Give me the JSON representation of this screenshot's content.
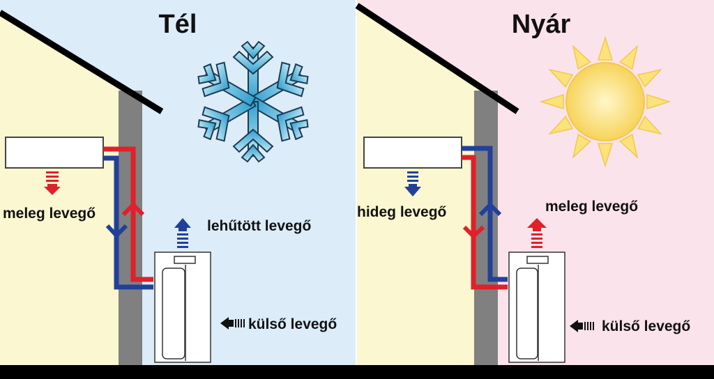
{
  "winter": {
    "title": "Tél",
    "indoor_label": "meleg levegő",
    "outdoor_out_label": "lehűtött levegő",
    "outdoor_in_label": "külső levegő",
    "icon": "snowflake-icon"
  },
  "summer": {
    "title": "Nyár",
    "indoor_label": "hideg levegő",
    "outdoor_out_label": "meleg levegő",
    "outdoor_in_label": "külső levegő",
    "icon": "sun-icon"
  },
  "colors": {
    "indoor": "#fbf7d0",
    "winter_outside": "#dcecf8",
    "summer_outside": "#fbe3ec",
    "wall": "#808080",
    "hot": "#e0202a",
    "cold": "#22409a"
  }
}
